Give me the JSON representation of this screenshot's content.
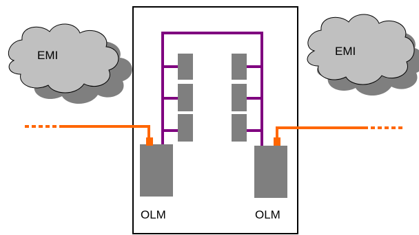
{
  "clouds": [
    {
      "id": "left",
      "label": "EMI"
    },
    {
      "id": "right",
      "label": "EMI"
    }
  ],
  "modules": [
    {
      "id": "left",
      "label": "OLM"
    },
    {
      "id": "right",
      "label": "OLM"
    }
  ],
  "colors": {
    "fiber": "#ff6600",
    "bus": "#7f007f",
    "block": "#7f7f7f",
    "block_shadow": "#595959",
    "cloud_fill": "#c0c0c0",
    "cloud_shadow": "#7f7f7f",
    "frame": "#000000"
  }
}
